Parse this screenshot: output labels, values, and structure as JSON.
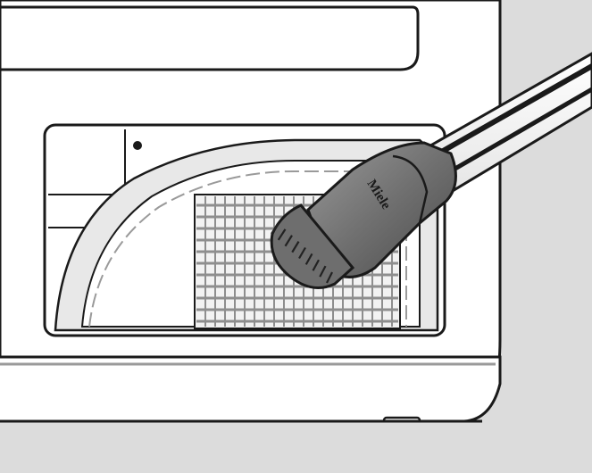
{
  "illustration": {
    "brand_text": "Miele",
    "parts": {
      "appliance_body": "appliance-front-panel",
      "service_panel": "upper-access-panel",
      "filter_compartment": "fluff-filter-compartment",
      "filter": "fluff-filter",
      "vacuum_tool": "vacuum-brush-attachment"
    },
    "colors": {
      "outline": "#1a1a1a",
      "surface": "#ffffff",
      "background_gray": "#dcdcdc",
      "gasket_gray": "#c8c8c8",
      "filter_mesh": "#9a9a9a",
      "nozzle_dark": "#555555",
      "nozzle_mid": "#8c8c8c",
      "bristles": "#3a3a3a"
    }
  }
}
